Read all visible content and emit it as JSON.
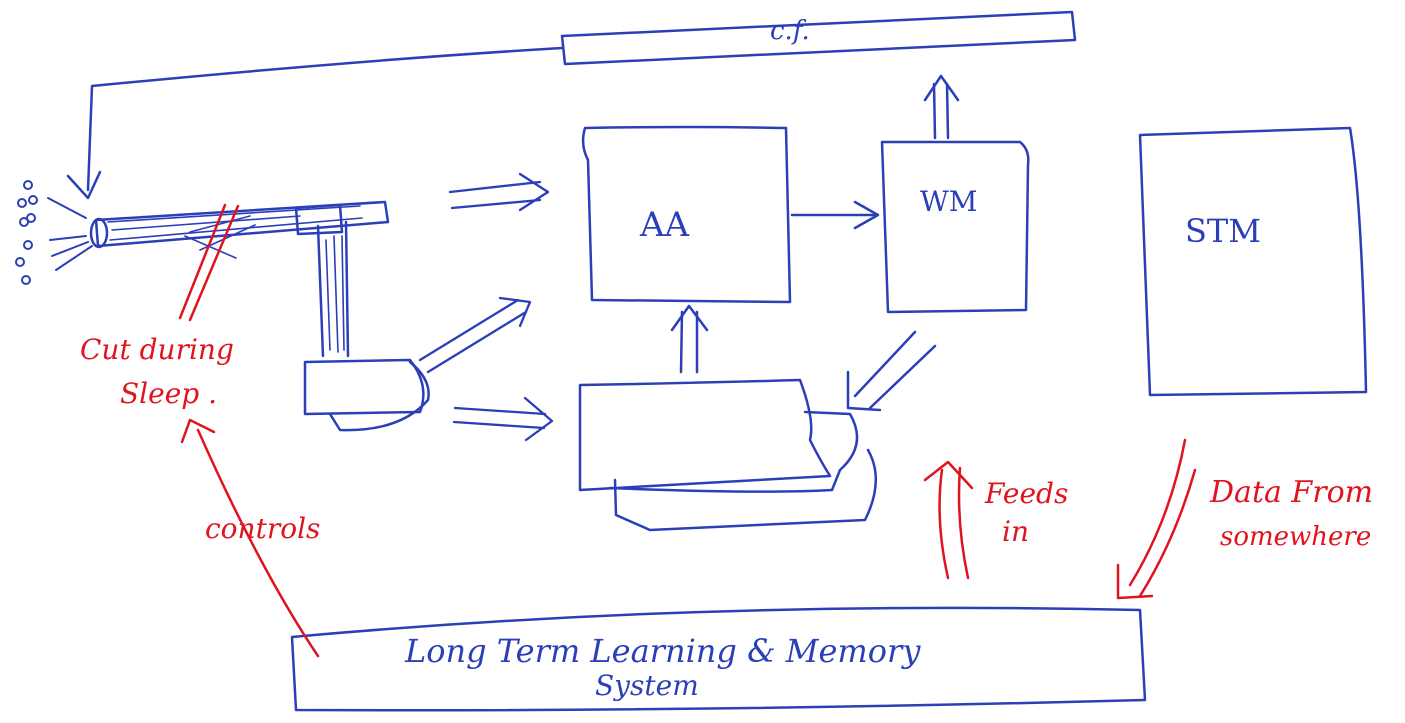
{
  "colors": {
    "ink_blue": "#2a3fb8",
    "ink_red": "#e0141e",
    "paper": "#ffffff"
  },
  "boxes": {
    "cf": "c.f.",
    "aa": "AA",
    "wm": "WM",
    "stm": "STM",
    "ltm_line1": "Long Term   Learning & Memory",
    "ltm_line2": "System"
  },
  "annotations": {
    "cut": "Cut during",
    "sleep": "Sleep .",
    "controls": "controls",
    "feeds": "Feeds",
    "in": "in",
    "data_from": "Data From",
    "somewhere": "somewhere"
  }
}
